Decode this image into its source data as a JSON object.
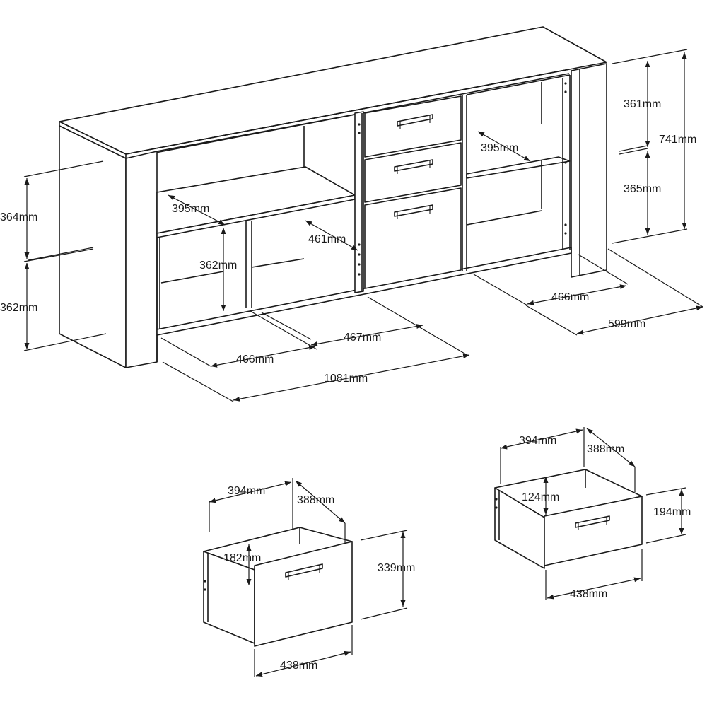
{
  "dimensions": {
    "height_upper_left": "364mm",
    "height_lower_left": "362mm",
    "shelf_depth_left": "395mm",
    "inner_height_left": "362mm",
    "mid_height": "461mm",
    "floor_width_466_left": "466mm",
    "floor_width_467": "467mm",
    "total_width": "1081mm",
    "right_upper": "361mm",
    "right_lower": "365mm",
    "total_height": "741mm",
    "shelf_depth_right": "395mm",
    "floor_width_466_right": "466mm",
    "total_depth": "599mm"
  },
  "drawer_large": {
    "width_top": "394mm",
    "depth": "388mm",
    "inner_height": "182mm",
    "front_height": "339mm",
    "front_width": "438mm"
  },
  "drawer_small": {
    "width_top": "394mm",
    "depth": "388mm",
    "inner_height": "124mm",
    "front_height": "194mm",
    "front_width": "438mm"
  }
}
